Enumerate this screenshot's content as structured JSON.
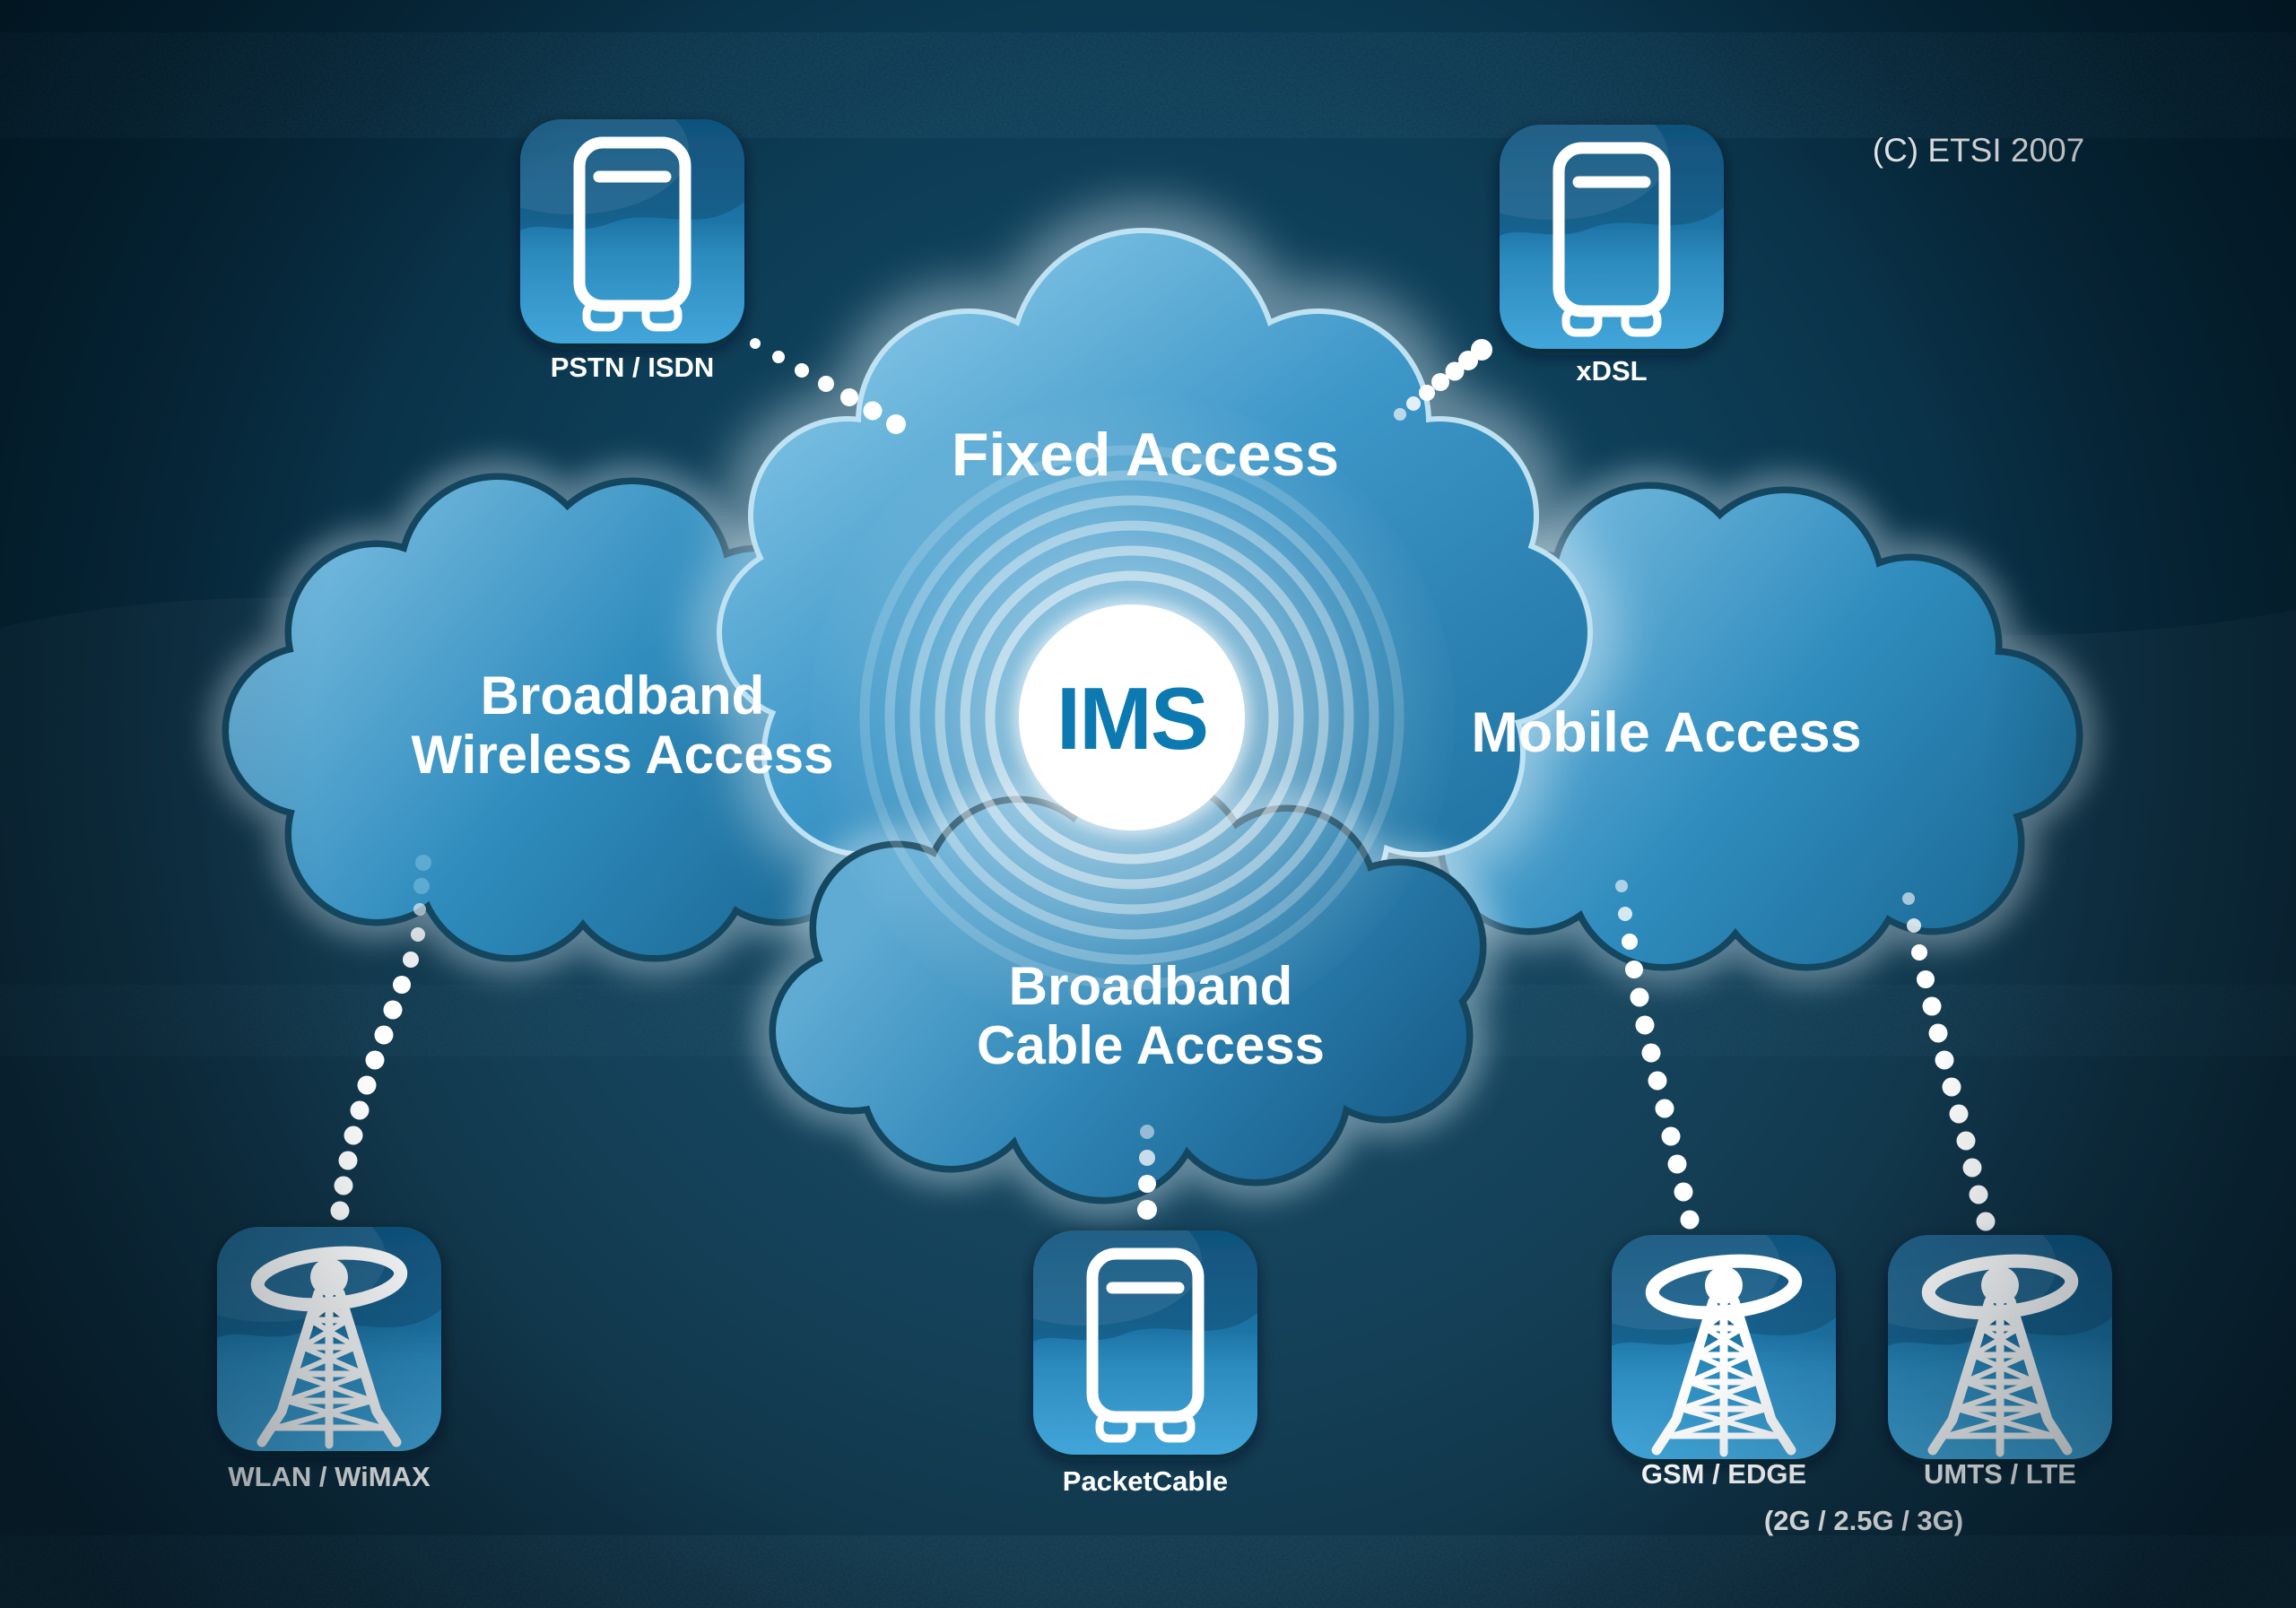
{
  "core": {
    "label": "IMS"
  },
  "copyright": "(C) ETSI 2007",
  "clouds": {
    "fixed": {
      "line1": "Fixed Access"
    },
    "bwa": {
      "line1": "Broadband",
      "line2": "Wireless Access"
    },
    "mobile": {
      "line1": "Mobile Access"
    },
    "bca": {
      "line1": "Broadband",
      "line2": "Cable Access"
    }
  },
  "devices": {
    "pstn": {
      "label": "PSTN / ISDN",
      "icon": "server-icon"
    },
    "xdsl": {
      "label": "xDSL",
      "icon": "server-icon"
    },
    "wlan": {
      "label": "WLAN / WiMAX",
      "icon": "antenna-tower-icon"
    },
    "packetcable": {
      "label": "PacketCable",
      "icon": "server-icon"
    },
    "gsm": {
      "label": "GSM / EDGE",
      "icon": "antenna-tower-icon"
    },
    "umts": {
      "label": "UMTS / LTE",
      "icon": "antenna-tower-icon"
    },
    "mobile_generations": "(2G / 2.5G / 3G)"
  },
  "colors": {
    "background_navy": "#0a3349",
    "cloud_blue": "#2f8cbd",
    "cloud_outline": "#16425c",
    "ims_text": "#0c7ab0",
    "white": "#ffffff",
    "tile_blue_top": "#15608f",
    "tile_blue_bottom": "#42a6da"
  }
}
